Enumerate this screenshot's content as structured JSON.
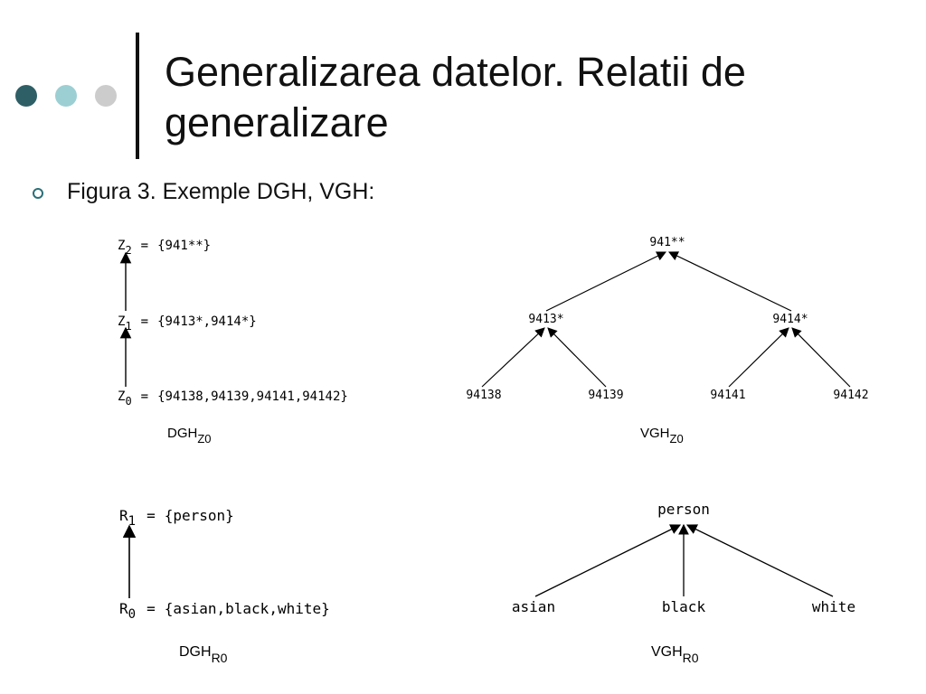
{
  "slide": {
    "title_line1": "Generalizarea datelor. Relatii de",
    "title_line2": "generalizare",
    "bullet": "Figura 3. Exemple DGH, VGH:",
    "decor_colors": [
      "#2f5f66",
      "#9ccfd3",
      "#cccccc"
    ]
  },
  "dgh_zip": {
    "levels": [
      {
        "var": "Z",
        "sub": "2",
        "eq": "=",
        "set": "{941**}"
      },
      {
        "var": "Z",
        "sub": "1",
        "eq": "=",
        "set": "{9413*,9414*}"
      },
      {
        "var": "Z",
        "sub": "0",
        "eq": "=",
        "set": "{94138,94139,94141,94142}"
      }
    ],
    "caption_main": "DGH",
    "caption_sub": "Z0"
  },
  "vgh_zip": {
    "root": "941**",
    "mid": [
      "9413*",
      "9414*"
    ],
    "leaves": [
      "94138",
      "94139",
      "94141",
      "94142"
    ],
    "caption_main": "VGH",
    "caption_sub": "Z0"
  },
  "dgh_race": {
    "levels": [
      {
        "var": "R",
        "sub": "1",
        "eq": "=",
        "set": "{person}"
      },
      {
        "var": "R",
        "sub": "0",
        "eq": "=",
        "set": "{asian,black,white}"
      }
    ],
    "caption_main": "DGH",
    "caption_sub": "R0"
  },
  "vgh_race": {
    "root": "person",
    "leaves": [
      "asian",
      "black",
      "white"
    ],
    "caption_main": "VGH",
    "caption_sub": "R0"
  }
}
